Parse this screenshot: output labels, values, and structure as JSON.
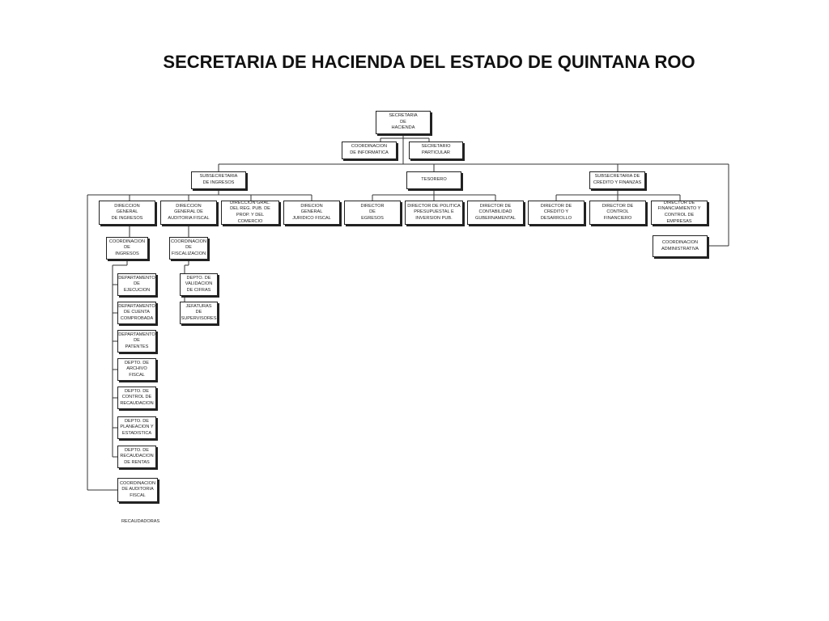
{
  "title": "SECRETARIA DE HACIENDA DEL ESTADO DE QUINTANA ROO",
  "nodes": {
    "secretaria": "SECRETARIA\nDE\nHACIENDA",
    "coord_informatica": "COORDINACION\nDE INFORMATICA",
    "secretario_particular": "SECRETARIO\nPARTICULAR",
    "subsec_ingresos": "SUBSECRETARIA\nDE INGRESOS",
    "tesorero": "TESORERO",
    "subsec_credito": "SUBSECRETARIA DE\nCREDITO Y FINANZAS",
    "dir_gral_ingresos": "DIRECCION\nGENERAL\nDE INGRESOS",
    "dir_gral_auditoria": "DIRECCION\nGENERAL DE\nAUDITORIA FISCAL",
    "dir_gral_reg_pub": "DIRECCION GRAL.\nDEL REG. PUB. DE\nPROP. Y DEL COMERCIO",
    "dir_gral_juridico": "DIRECION\nGENERAL\nJURIDICO FISCAL",
    "dir_egresos": "DIRECTOR\nDE\nEGRESOS",
    "dir_politica": "DIRECTOR DE POLITICA\nPRESUPUESTAL E\nINVERSION PUB.",
    "dir_contabilidad": "DIRECTOR DE\nCONTABILIDAD\nGUBERNAMENTAL",
    "dir_credito": "DIRECTOR DE\nCREDITO Y\nDESARROLLO",
    "dir_control_fin": "DIRECTOR DE\nCONTROL\nFINANCIERO",
    "dir_financiamiento": "DIRECTOR DE\nFINANCIAMIENTO Y\nCONTROL DE EMPRESAS",
    "coord_ingresos": "COORDINACION\nDE\nINGRESOS",
    "coord_fiscalizacion": "COORDINACION\nDE\nFISCALIZACION",
    "coord_administrativa": "COORDINACION\nADMINISTRATIVA",
    "depto_ejecucion": "DEPARTAMENTO\nDE\nEJECUCION",
    "depto_cuenta": "DEPARTAMENTO\nDE CUENTA\nCOMPROBADA",
    "depto_patentes": "DEPARTAMENTO\nDE\nPATENTES",
    "depto_archivo": "DEPTO. DE\nARCHIVO\nFISCAL",
    "depto_control_rec": "DEPTO. DE\nCONTROL DE\nRECAUDACION",
    "depto_planeacion": "DEPTO. DE\nPLANEACION Y\nESTADISTICA",
    "depto_recaudacion": "DEPTO. DE\nRECAUDACION\nDE RENTAS",
    "coord_auditoria": "COORDINACION\nDE AUDITORIA\nFISCAL",
    "depto_validacion": "DEPTO. DE\nVALIDACION\nDE CIFRAS",
    "jefaturas": "JEFATURAS\nDE\nSUPERVISORES"
  },
  "footnote": "RECAUDADORAS"
}
